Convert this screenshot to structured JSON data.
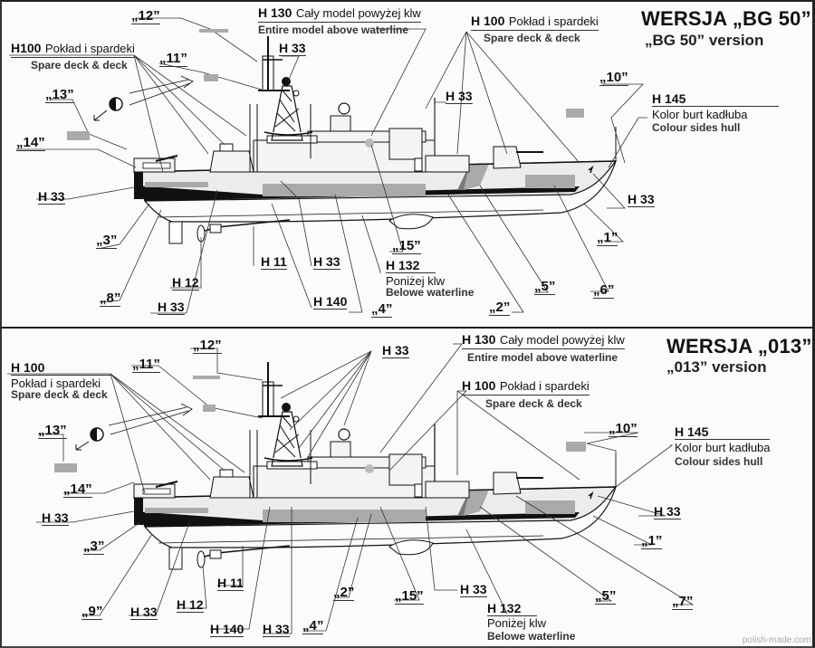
{
  "top_panel": {
    "title": "WERSJA „BG 50”",
    "subtitle": "„BG 50” version",
    "callouts": {
      "h100_left": {
        "code": "H100",
        "pl": "Pokład i spardeki",
        "en": "Spare deck & deck"
      },
      "h130": {
        "code": "H 130",
        "pl": "Cały model powyżej klw",
        "en": "Entire model above waterline"
      },
      "h100_right": {
        "code": "H 100",
        "pl": "Pokład i spardeki",
        "en": "Spare deck & deck"
      },
      "h145": {
        "code": "H 145",
        "pl": "Kolor burt kadłuba",
        "en": "Colour sides hull"
      },
      "h132": {
        "code": "H 132",
        "pl": "Poniżej klw",
        "en": "Belowe waterline"
      }
    },
    "codes": {
      "h33_mast": "H 33",
      "h33_stern": "H 33",
      "h33_deckhouse": "H 33",
      "h33_bow": "H 33",
      "h33_keel": "H 33",
      "h33_rudder": "H 33",
      "h11": "H 11",
      "h12": "H 12",
      "h140": "H 140"
    },
    "refs": [
      "„1”",
      "„2”",
      "„3”",
      "„4”",
      "„5”",
      "„6”",
      "„8”",
      "„10”",
      "„11”",
      "„12”",
      "„13”",
      "„14”",
      "„15”"
    ]
  },
  "bottom_panel": {
    "title": "WERSJA „013”",
    "subtitle": "„013” version",
    "callouts": {
      "h100_left": {
        "code": "H 100",
        "pl": "Pokład i spardeki",
        "en": "Spare deck & deck"
      },
      "h130": {
        "code": "H 130",
        "pl": "Cały model powyżej klw",
        "en": "Entire model above waterline"
      },
      "h100_right": {
        "code": "H 100",
        "pl": "Pokład i spardeki",
        "en": "Spare deck & deck"
      },
      "h145": {
        "code": "H 145",
        "pl": "Kolor burt kadłuba",
        "en": "Colour sides hull"
      },
      "h132": {
        "code": "H 132",
        "pl": "Poniżej klw",
        "en": "Belowe waterline"
      }
    },
    "codes": {
      "h33_mast": "H 33",
      "h33_stern": "H 33",
      "h33_bow": "H 33",
      "h33_keel": "H 33",
      "h33_rudder": "H 33",
      "h33_mid": "H 33",
      "h11": "H 11",
      "h12": "H 12",
      "h140": "H 140"
    },
    "refs": [
      "„1”",
      "„2”",
      "„3”",
      "„4”",
      "„5”",
      "„7”",
      "„9”",
      "„10”",
      "„11”",
      "„12”",
      "„13”",
      "„14”",
      "„15”"
    ]
  },
  "watermark": "polish-made.com",
  "colors": {
    "ink": "#111111",
    "swatch_grey": "#a8a8a8",
    "hull_light": "#ebebeb",
    "boot_black": "#0d0d0d"
  }
}
